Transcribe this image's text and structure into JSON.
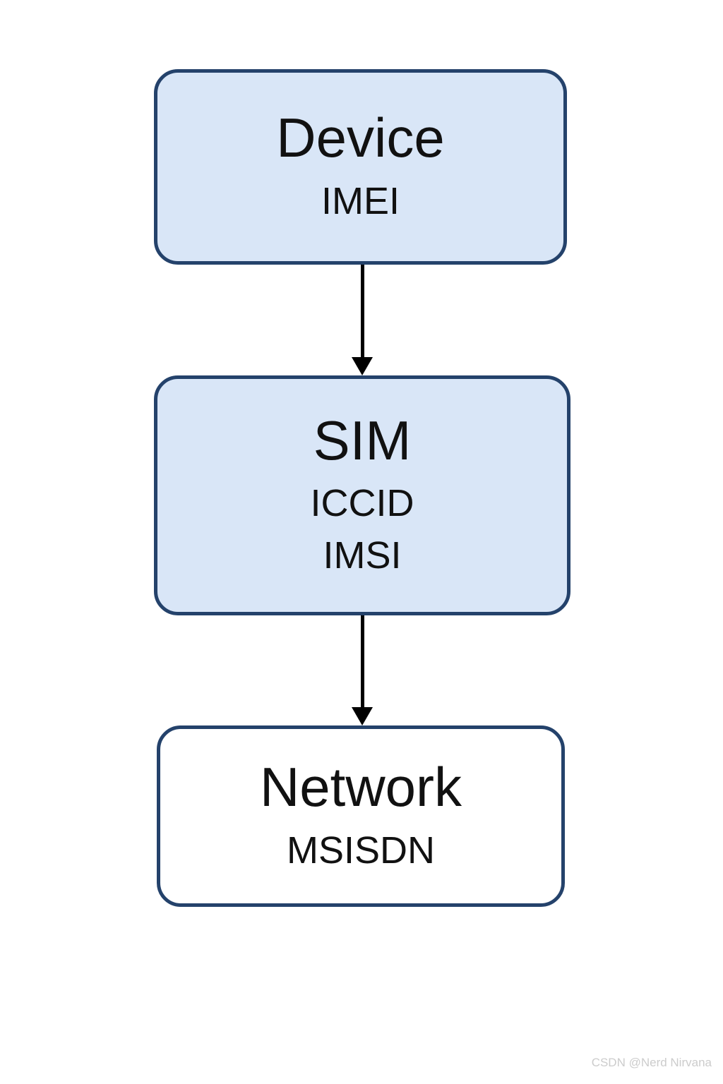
{
  "diagram": {
    "nodes": [
      {
        "id": "device",
        "title": "Device",
        "subtitles": [
          "IMEI"
        ],
        "fill": "#d9e6f7",
        "border": "#24426b"
      },
      {
        "id": "sim",
        "title": "SIM",
        "subtitles": [
          "ICCID",
          "IMSI"
        ],
        "fill": "#d9e6f7",
        "border": "#24426b"
      },
      {
        "id": "network",
        "title": "Network",
        "subtitles": [
          "MSISDN"
        ],
        "fill": "#ffffff",
        "border": "#24426b"
      }
    ],
    "connections": [
      {
        "from": "device",
        "to": "sim",
        "type": "arrow",
        "color": "#000000"
      },
      {
        "from": "sim",
        "to": "network",
        "type": "arrow",
        "color": "#000000"
      }
    ]
  },
  "watermark": {
    "text": "CSDN @Nerd Nirvana",
    "color": "#cccccc"
  }
}
